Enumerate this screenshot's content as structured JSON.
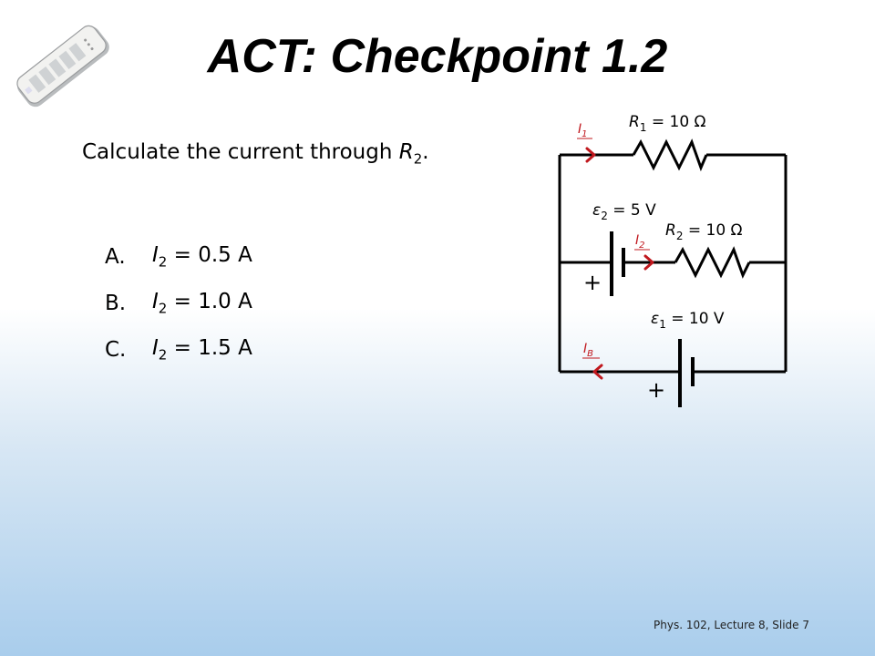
{
  "slide": {
    "title": "ACT: Checkpoint 1.2",
    "question": {
      "text": "Calculate the current through ",
      "var": "R",
      "sub": "2",
      "end": "."
    },
    "options": [
      {
        "letter": "A.",
        "var": "I",
        "sub": "2",
        "rest": " = 0.5 A"
      },
      {
        "letter": "B.",
        "var": "I",
        "sub": "2",
        "rest": " = 1.0 A"
      },
      {
        "letter": "C.",
        "var": "I",
        "sub": "2",
        "rest": " = 1.5 A"
      }
    ],
    "footer": "Phys. 102, Lecture 8, Slide 7"
  },
  "circuit": {
    "r1": {
      "var": "R",
      "sub": "1",
      "rest": " = 10 Ω"
    },
    "r2": {
      "var": "R",
      "sub": "2",
      "rest": " = 10 Ω"
    },
    "emf2": {
      "var": "ε",
      "sub": "2",
      "rest": " = 5 V"
    },
    "emf1": {
      "var": "ε",
      "sub": "1",
      "rest": " = 10 V"
    },
    "i1": {
      "var": "I",
      "sub": "1"
    },
    "i2": {
      "var": "I",
      "sub": "2"
    },
    "ib": {
      "var": "I",
      "sub": "B"
    },
    "plus": "+",
    "colors": {
      "wire": "#000000",
      "current": "#c0181e"
    }
  },
  "icons": {
    "clicker": "clicker-remote-icon"
  }
}
